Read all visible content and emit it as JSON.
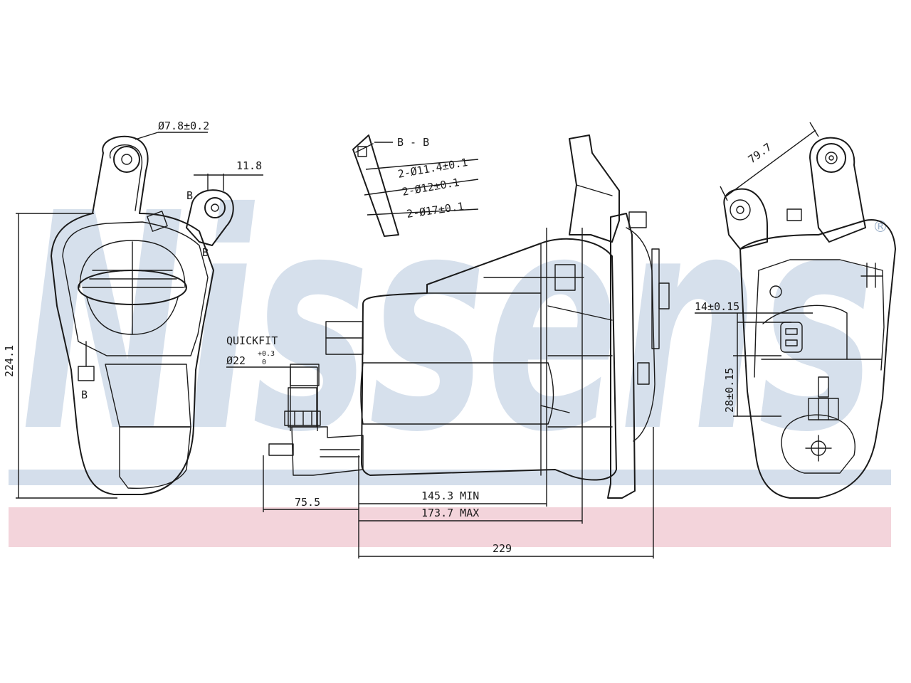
{
  "colors": {
    "watermark_blue": "#c9d6e6",
    "watermark_red": "#efc6cf",
    "line": "#1a1a1a"
  },
  "watermark": {
    "brand": "Nissens",
    "registered_mark": "®"
  },
  "section": {
    "label": "B - B",
    "holes": [
      "2-Ø11.4±0.1",
      "2-Ø12±0.1",
      "2-Ø17±0.1"
    ]
  },
  "dimensions": {
    "top_hole_dia": "Ø7.8±0.2",
    "offset": "11.8",
    "height_total": "224.1",
    "quickfit_label": "QUICKFIT",
    "quickfit_dia": "Ø22",
    "quickfit_tol_upper": "+0.3",
    "quickfit_tol_lower": "0",
    "width_75": "75.5",
    "min_length": "145.3 MIN",
    "max_length": "173.7 MAX",
    "width_229": "229",
    "pitch_79": "79.7",
    "spacing_14": "14±0.15",
    "spacing_28": "28±0.15"
  },
  "section_markers": {
    "b1": "B",
    "b2": "B",
    "b3": "B"
  }
}
